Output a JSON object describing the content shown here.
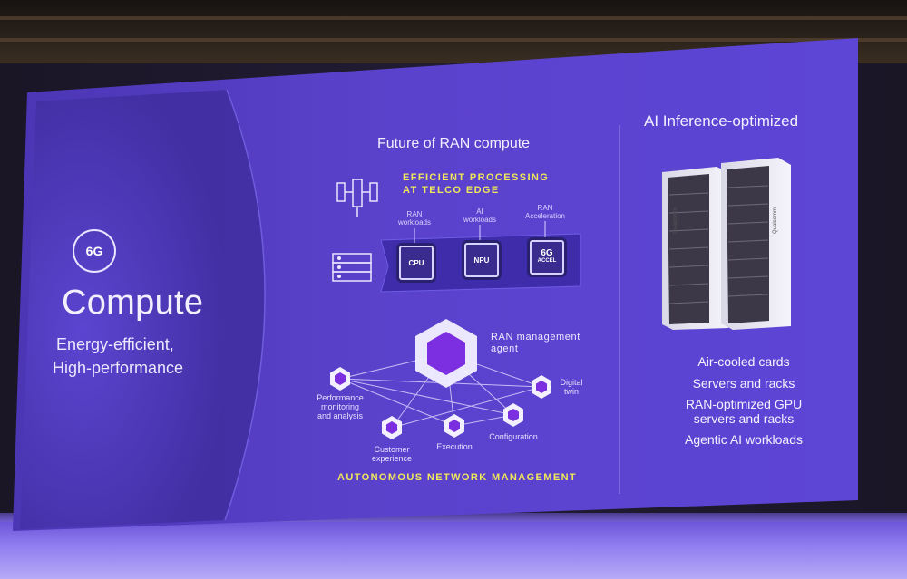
{
  "slide": {
    "badge": "6G",
    "headline": "Compute",
    "subtitle_line1": "Energy-efficient,",
    "subtitle_line2": "High-performance",
    "middle_title": "Future of RAN compute",
    "edge_heading_line1": "EFFICIENT PROCESSING",
    "edge_heading_line2": "AT TELCO EDGE",
    "workloads": [
      {
        "caption_line1": "RAN",
        "caption_line2": "workloads",
        "chip": "CPU"
      },
      {
        "caption_line1": "AI",
        "caption_line2": "workloads",
        "chip": "NPU"
      },
      {
        "caption_line1": "RAN",
        "caption_line2": "Acceleration",
        "chip_line1": "6G",
        "chip_line2": "ACCEL"
      }
    ],
    "agent_line1": "RAN management",
    "agent_line2": "agent",
    "nodes": [
      {
        "line1": "Performance",
        "line2": "monitoring",
        "line3": "and analysis"
      },
      {
        "line1": "Customer",
        "line2": "experience"
      },
      {
        "line1": "Execution"
      },
      {
        "line1": "Configuration"
      },
      {
        "line1": "Digital",
        "line2": "twin"
      }
    ],
    "footer_heading": "AUTONOMOUS NETWORK MANAGEMENT",
    "right_title": "AI Inference-optimized",
    "rack_brand": "Qualcomm",
    "bullets": [
      "Air-cooled cards",
      "Servers and racks",
      "RAN-optimized GPU",
      "servers and racks",
      "Agentic AI workloads"
    ]
  },
  "colors": {
    "slide_bg": "#5a3fc8",
    "accent_yellow": "#f0e85a",
    "hex_purple": "#7b2fe0"
  },
  "icons": [
    "satellite-antenna-icon",
    "server-stack-icon",
    "cpu-chip-icon",
    "npu-chip-icon",
    "accelerator-chip-icon",
    "hexagon-node-icon",
    "server-rack-icon"
  ]
}
